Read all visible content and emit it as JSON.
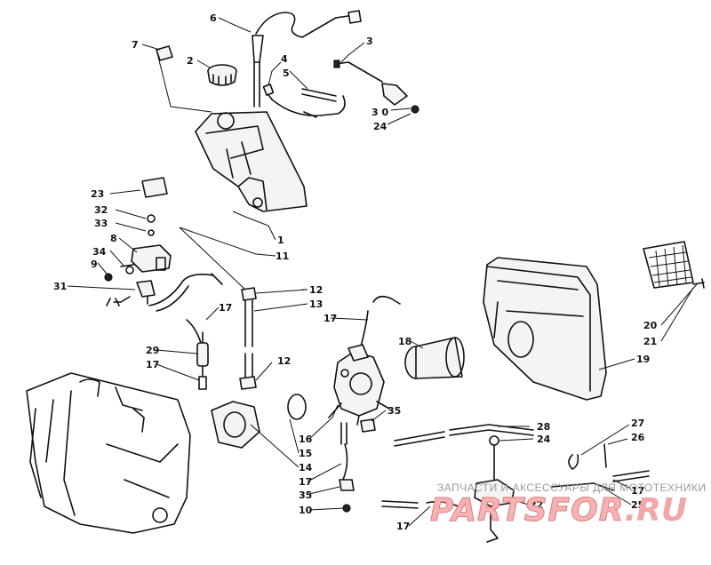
{
  "callouts": {
    "n1": "1",
    "n2": "2",
    "n3": "3",
    "n4": "4",
    "n5": "5",
    "n6": "6",
    "n7": "7",
    "n8": "8",
    "n9": "9",
    "n10": "10",
    "n11": "11",
    "n12a": "12",
    "n12b": "12",
    "n13": "13",
    "n14": "14",
    "n15": "15",
    "n16": "16",
    "n17a": "17",
    "n17b": "17",
    "n17c": "17",
    "n17d": "17",
    "n17e": "17",
    "n17f": "17",
    "n18": "18",
    "n19": "19",
    "n20": "20",
    "n21": "21",
    "n22": "22",
    "n23": "23",
    "n24a": "24",
    "n24b": "24",
    "n25": "25",
    "n26": "26",
    "n27": "27",
    "n28": "28",
    "n29": "29",
    "n30": "3 0",
    "n31": "31",
    "n32": "32",
    "n33": "33",
    "n34": "34",
    "n35a": "35",
    "n35b": "35"
  },
  "watermark": {
    "caption": "ЗАПЧАСТИ И АКСЕССУАРЫ ДЛЯ МОТОТЕХНИКИ",
    "logo_left": "PARTS",
    "logo_mid": "FOR",
    "logo_right": ".RU"
  }
}
